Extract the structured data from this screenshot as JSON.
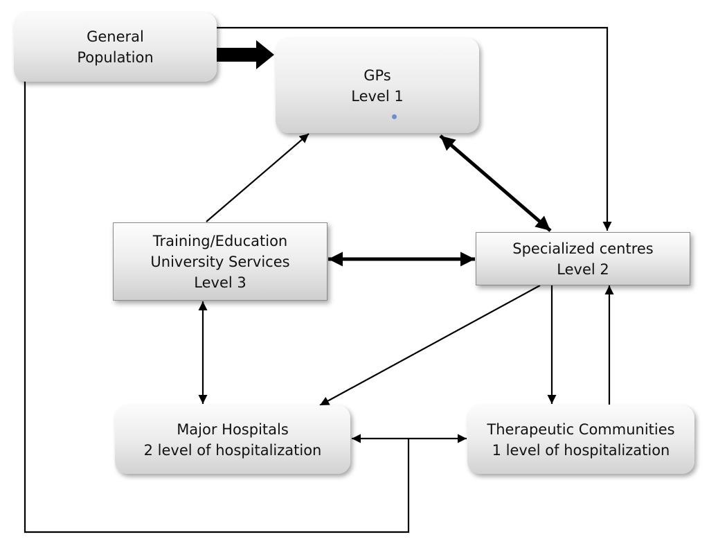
{
  "nodes": {
    "general_population": {
      "line1": "General",
      "line2": "Population"
    },
    "gps": {
      "line1": "GPs",
      "line2": "Level 1"
    },
    "training": {
      "line1": "Training/Education",
      "line2": "University Services",
      "line3": "Level 3"
    },
    "specialized": {
      "line1": "Specialized centres",
      "line2": "Level 2"
    },
    "major_hospitals": {
      "line1": "Major Hospitals",
      "line2": "2 level of hospitalization"
    },
    "therapeutic": {
      "line1": "Therapeutic Communities",
      "line2": "1 level of hospitalization"
    }
  },
  "colors": {
    "arrow": "#000000",
    "gps_marker": "#6a8fd0"
  }
}
